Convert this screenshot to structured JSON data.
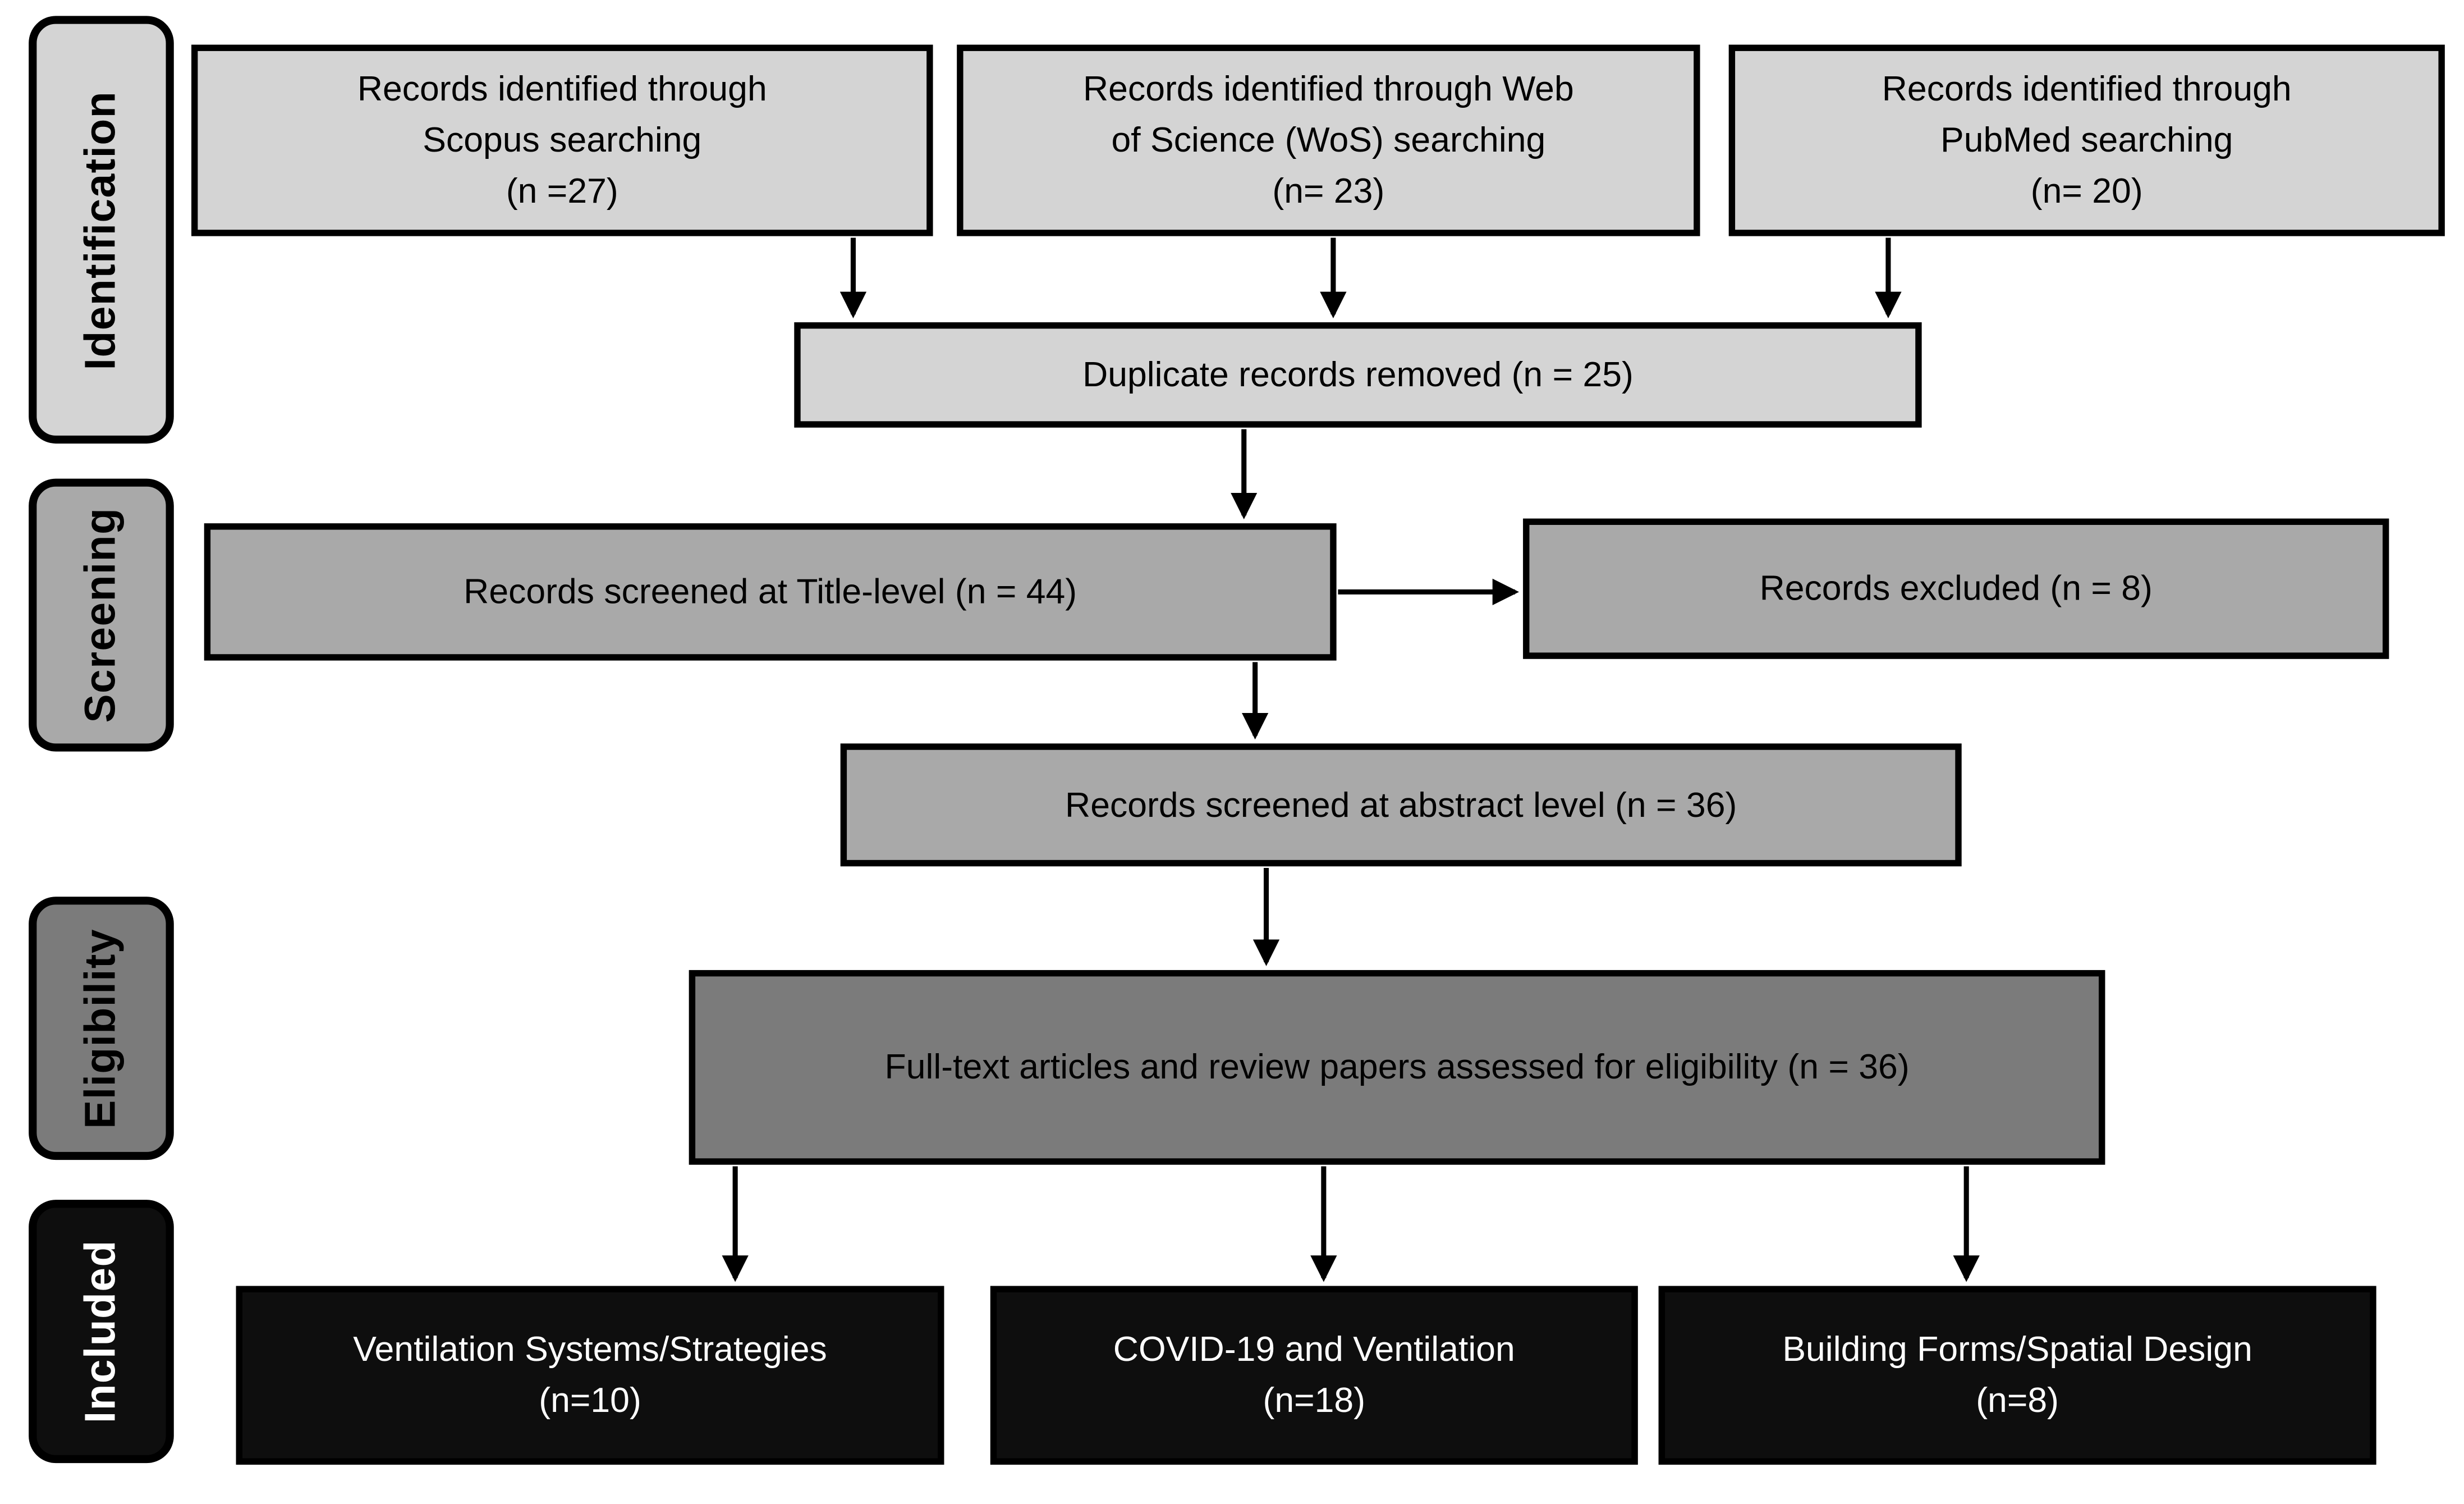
{
  "sidebar": {
    "stages": [
      {
        "id": "identification",
        "label": "Identification"
      },
      {
        "id": "screening",
        "label": "Screening"
      },
      {
        "id": "eligibility",
        "label": "Eligibility"
      },
      {
        "id": "included",
        "label": "Included"
      }
    ]
  },
  "boxes": {
    "scopus": {
      "text": "Records identified through\nScopus searching\n(n =27)"
    },
    "wos": {
      "text": "Records identified through Web\nof Science (WoS) searching\n(n= 23)"
    },
    "pubmed": {
      "text": "Records identified through\nPubMed searching\n(n= 20)"
    },
    "duplicates": {
      "text": "Duplicate records removed (n = 25)"
    },
    "title_screening": {
      "text": "Records screened at Title-level (n = 44)"
    },
    "excluded": {
      "text": "Records excluded (n = 8)"
    },
    "abstract_screening": {
      "text": "Records screened at abstract level (n = 36)"
    },
    "full_text": {
      "text": "Full-text articles and review papers assessed for eligibility (n = 36)"
    },
    "ventilation": {
      "text": "Ventilation Systems/Strategies\n(n=10)"
    },
    "covid": {
      "text": "COVID-19 and Ventilation\n(n=18)"
    },
    "building": {
      "text": "Building Forms/Spatial Design\n(n=8)"
    }
  },
  "colors": {
    "light_gray": "#d4d4d4",
    "medium_gray": "#a9a9a9",
    "dark_gray": "#7b7b7b",
    "black_box": "#0e0e0e",
    "border": "#000000",
    "text_dark": "#000000",
    "text_light": "#ffffff"
  }
}
